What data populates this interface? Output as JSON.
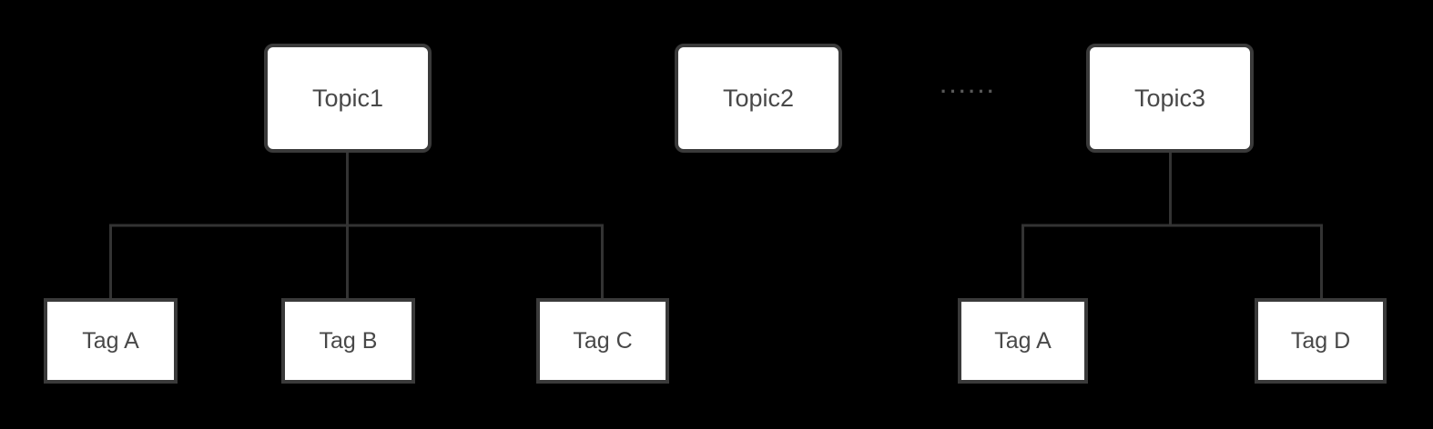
{
  "diagram": {
    "type": "tree",
    "topics": [
      {
        "label": "Topic1"
      },
      {
        "label": "Topic2"
      },
      {
        "label": "Topic3"
      }
    ],
    "topic1_children": [
      {
        "label": "Tag A"
      },
      {
        "label": "Tag B"
      },
      {
        "label": "Tag C"
      }
    ],
    "topic3_children": [
      {
        "label": "Tag A"
      },
      {
        "label": "Tag D"
      }
    ],
    "ellipsis": "······",
    "edges": [
      [
        "Topic1",
        "Tag A"
      ],
      [
        "Topic1",
        "Tag B"
      ],
      [
        "Topic1",
        "Tag C"
      ],
      [
        "Topic3",
        "Tag A"
      ],
      [
        "Topic3",
        "Tag D"
      ]
    ]
  },
  "colors": {
    "background": "#000000",
    "node_fill": "#ffffff",
    "node_border": "#3a3a3a",
    "text": "#484848",
    "connector": "#333333",
    "dots": "#585858"
  }
}
